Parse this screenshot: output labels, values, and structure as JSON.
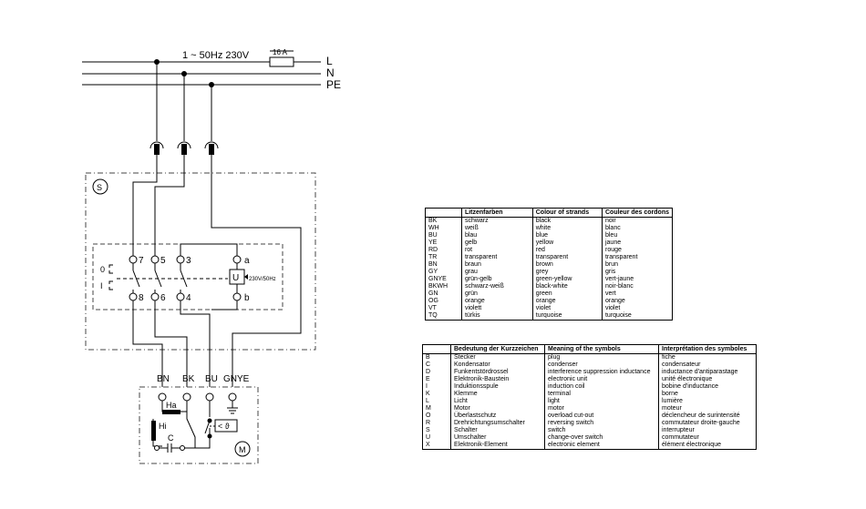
{
  "diagram": {
    "supply_label": "1 ~ 50Hz 230V",
    "fuse_label": "16 A",
    "rail_labels": [
      "L",
      "N",
      "PE"
    ],
    "switch_block_label": "S",
    "contact_labels": [
      "7",
      "5",
      "3",
      "a",
      "8",
      "6",
      "4",
      "b"
    ],
    "position_labels": [
      "0",
      "I"
    ],
    "electronic_unit_label": "U",
    "electronic_unit_rating": "230V/50Hz",
    "wire_labels": [
      "BN",
      "BK",
      "BU",
      "GNYE"
    ],
    "winding_labels": [
      "Ha",
      "Hi"
    ],
    "capacitor_label": "C",
    "overload_label": "< ϑ",
    "motor_label": "M"
  },
  "colors_table": {
    "headers": [
      "",
      "Litzenfarben",
      "Colour of strands",
      "Couleur des cordons"
    ],
    "rows": [
      [
        "BK",
        "schwarz",
        "black",
        "noir"
      ],
      [
        "WH",
        "weiß",
        "white",
        "blanc"
      ],
      [
        "BU",
        "blau",
        "blue",
        "bleu"
      ],
      [
        "YE",
        "gelb",
        "yellow",
        "jaune"
      ],
      [
        "RD",
        "rot",
        "red",
        "rouge"
      ],
      [
        "TR",
        "transparent",
        "transparent",
        "transparent"
      ],
      [
        "BN",
        "braun",
        "brown",
        "brun"
      ],
      [
        "GY",
        "grau",
        "grey",
        "gris"
      ],
      [
        "GNYE",
        "grün-gelb",
        "green-yellow",
        "vert-jaune"
      ],
      [
        "BKWH",
        "schwarz-weiß",
        "black-white",
        "noir-blanc"
      ],
      [
        "GN",
        "grün",
        "green",
        "vert"
      ],
      [
        "OG",
        "orange",
        "orange",
        "orange"
      ],
      [
        "VT",
        "violett",
        "violet",
        "violet"
      ],
      [
        "TQ",
        "türkis",
        "turquoise",
        "turquoise"
      ]
    ]
  },
  "symbols_table": {
    "headers": [
      "",
      "Bedeutung der Kurzzeichen",
      "Meaning of the symbols",
      "Interprétation des symboles"
    ],
    "rows": [
      [
        "B",
        "Stecker",
        "plug",
        "fiche"
      ],
      [
        "C",
        "Kondensator",
        "condenser",
        "condensateur"
      ],
      [
        "D",
        "Funkentstördrossel",
        "interference suppression inductance",
        "inductance d'antiparastage"
      ],
      [
        "E",
        "Elektronik-Baustein",
        "electronic unit",
        "unité électronique"
      ],
      [
        "I",
        "Induktionsspule",
        "induction coil",
        "bobine d'inductance"
      ],
      [
        "K",
        "Klemme",
        "terminal",
        "borne"
      ],
      [
        "L",
        "Licht",
        "light",
        "lumière"
      ],
      [
        "M",
        "Motor",
        "motor",
        "moteur"
      ],
      [
        "O",
        "Überlastschutz",
        "overload cut-out",
        "déclencheur de surintensité"
      ],
      [
        "R",
        "Drehrichtungsumschalter",
        "reversing switch",
        "commutateur droite-gauche"
      ],
      [
        "S",
        "Schalter",
        "switch",
        "interrupteur"
      ],
      [
        "U",
        "Umschalter",
        "change-over switch",
        "commutateur"
      ],
      [
        "X",
        "Elektronik-Element",
        "electronic element",
        "élément électronique"
      ]
    ]
  }
}
